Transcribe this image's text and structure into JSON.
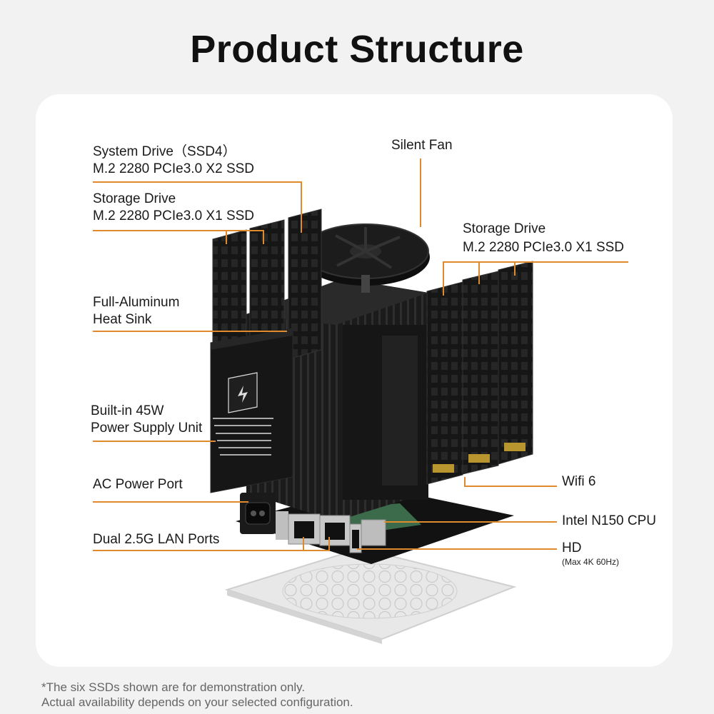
{
  "title": "Product Structure",
  "labels": {
    "system_drive_l1": "System Drive（SSD4）",
    "system_drive_l2": "M.2 2280 PCIe3.0 X2 SSD",
    "storage_left_l1": "Storage Drive",
    "storage_left_l2": "M.2 2280 PCIe3.0 X1 SSD",
    "silent_fan": "Silent Fan",
    "storage_right_l1": "Storage Drive",
    "storage_right_l2": "M.2 2280 PCIe3.0 X1 SSD",
    "heatsink_l1": "Full-Aluminum",
    "heatsink_l2": "Heat Sink",
    "psu_l1": "Built-in 45W",
    "psu_l2": "Power Supply Unit",
    "ac_port": "AC Power Port",
    "lan_ports": "Dual 2.5G LAN Ports",
    "wifi": "Wifi 6",
    "cpu": "Intel N150 CPU",
    "hd": "HD",
    "hd_sub": "(Max 4K 60Hz)"
  },
  "footnote": {
    "line1": "*The six SSDs shown are for demonstration only.",
    "line2": "Actual availability depends on your selected configuration."
  },
  "colors": {
    "leader": "#e08a2e",
    "card": "#ffffff",
    "background": "#f2f2f2"
  }
}
